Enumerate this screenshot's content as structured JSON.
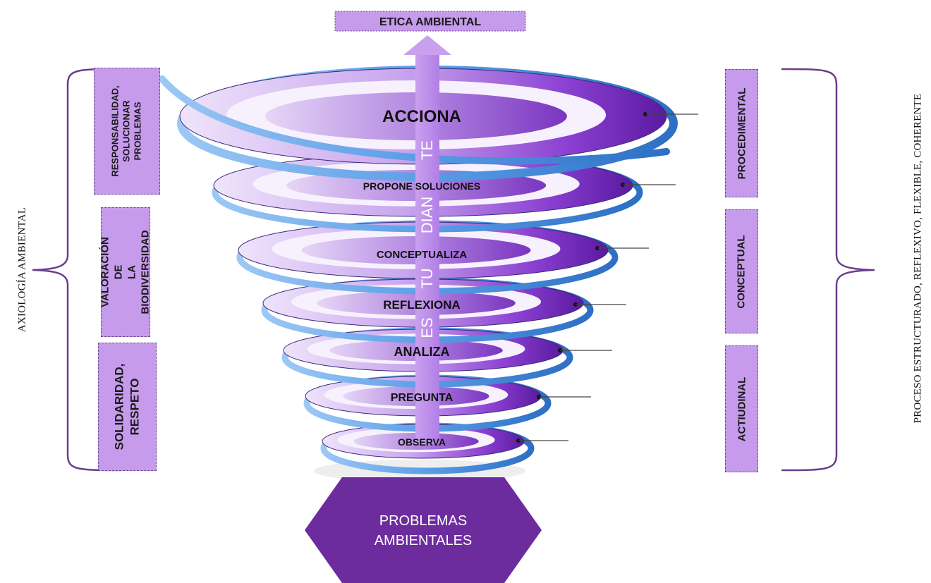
{
  "top_box": "ETICA AMBIENTAL",
  "spiral_levels": [
    "ACCIONA",
    "PROPONE SOLUCIONES",
    "CONCEPTUALIZA",
    "REFLEXIONA",
    "ANALIZA",
    "PREGUNTA",
    "OBSERVA"
  ],
  "arrow_text": [
    "ES",
    "TU",
    "DIAN",
    "TE"
  ],
  "base_hexagon": "PROBLEMAS\nAMBIENTALES",
  "left_label": "AXIOLOGÍA AMBIENTAL",
  "left_boxes": [
    "RESPONSABILIDAD,\nSOLUCIONAR\nPROBLEMAS",
    "VALORACIÓN DE\nLA BIODIVERSIDAD",
    "SOLIDARIDAD,\nRESPETO"
  ],
  "right_boxes": [
    "PROCEDIMENTAL",
    "CONCEPTUAL",
    "ACTIUDINAL"
  ],
  "right_label": "PROCESO ESTRUCTURADO, REFLEXIVO, FLEXIBLE, COHERENTE",
  "colors": {
    "purple_dark": "#6a1fb2",
    "purple_light": "#d9c2f0",
    "spiral_blue": "#4a8fe0",
    "box_fill": "#c79bec",
    "hexagon": "#6d2c9e"
  }
}
